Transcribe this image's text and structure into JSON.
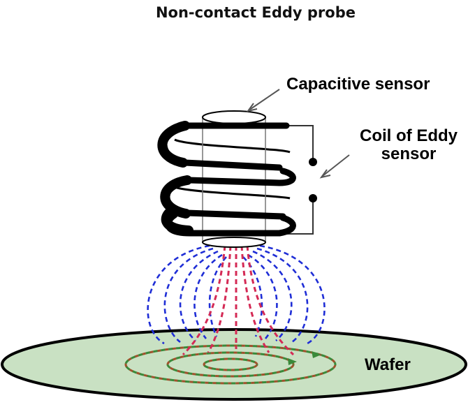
{
  "title": "Non-contact Eddy probe",
  "labels": {
    "capacitive_sensor": "Capacitive sensor",
    "coil_line1": "Coil of Eddy",
    "coil_line2": "sensor",
    "wafer": "Wafer"
  },
  "colors": {
    "wafer_fill": "#c9e1c3",
    "coil": "#000000",
    "field_lines_blue": "#1f2ed6",
    "field_lines_red": "#d42a55",
    "eddy_current": "#3a8a3a"
  }
}
